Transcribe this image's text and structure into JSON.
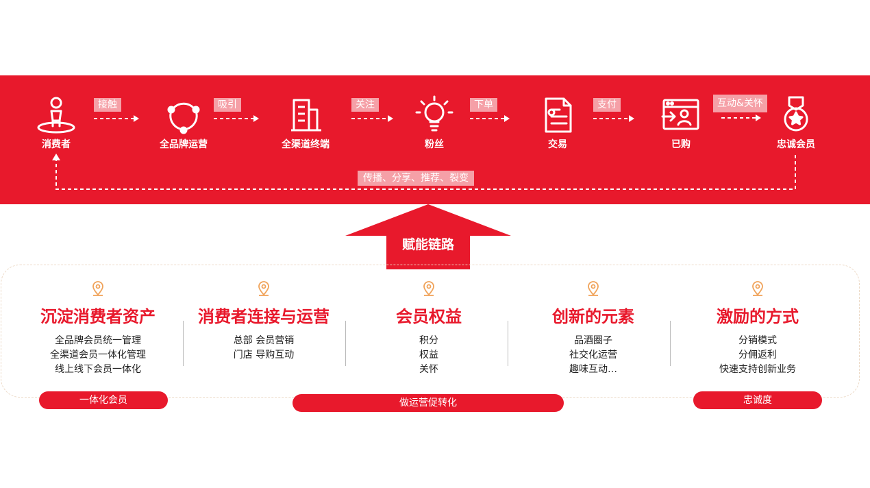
{
  "flow": {
    "nodes": [
      {
        "label": "消费者",
        "icon": "consumer-figure-icon"
      },
      {
        "label": "全品牌运营",
        "icon": "network-nodes-icon"
      },
      {
        "label": "全渠道终端",
        "icon": "building-icon"
      },
      {
        "label": "粉丝",
        "icon": "lightbulb-icon"
      },
      {
        "label": "交易",
        "icon": "document-icon"
      },
      {
        "label": "已购",
        "icon": "screen-user-icon"
      },
      {
        "label": "忠诚会员",
        "icon": "medal-icon"
      }
    ],
    "connectors": [
      "接触",
      "吸引",
      "关注",
      "下单",
      "支付",
      "互动&关怀"
    ],
    "loop_label": "传播、分享、推荐、裂变"
  },
  "arrow": {
    "label": "赋能链路"
  },
  "columns": [
    {
      "title": "沉淀消费者资产",
      "lines": [
        "全品牌会员统一管理",
        "全渠道会员一体化管理",
        "线上线下会员一体化"
      ]
    },
    {
      "title": "消费者连接与运营",
      "lines": [
        "总部 会员营销",
        "门店 导购互动"
      ]
    },
    {
      "title": "会员权益",
      "lines": [
        "积分",
        "权益",
        "关怀"
      ]
    },
    {
      "title": "创新的元素",
      "lines": [
        "品酒圈子",
        "社交化运营",
        "趣味互动…"
      ]
    },
    {
      "title": "激励的方式",
      "lines": [
        "分销模式",
        "分佣返利",
        "快速支持创新业务"
      ]
    }
  ],
  "pills": [
    "一体化会员",
    "做运营促转化",
    "忠诚度"
  ],
  "colors": {
    "brand_red": "#e8192c",
    "tag_pink": "#f5a0a7",
    "pin_orange": "#f0a35a",
    "dashed_border": "#ecd9c6"
  }
}
